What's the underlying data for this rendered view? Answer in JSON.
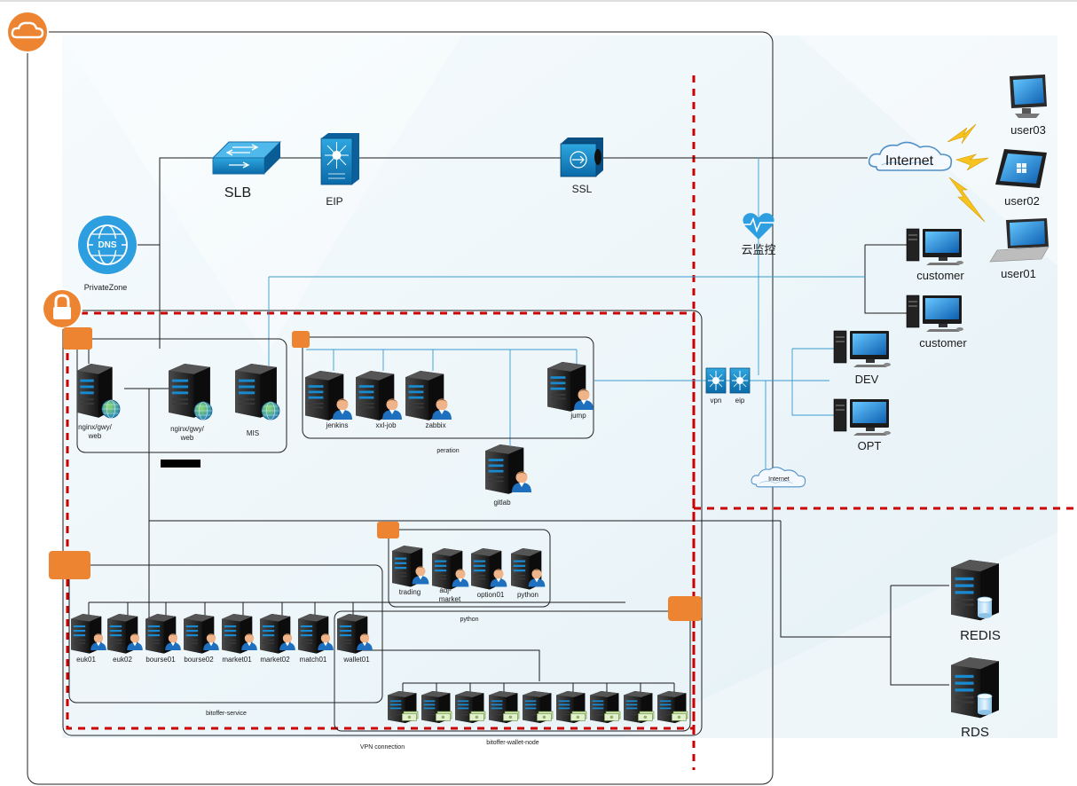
{
  "title": "",
  "top_row": {
    "slb": "SLB",
    "eip": "EIP",
    "ssl": "SSL",
    "internet": "Internet"
  },
  "dns": {
    "badge": "DNS",
    "label": "PrivateZone"
  },
  "monitor": {
    "label": "云监控"
  },
  "users": [
    "user03",
    "user02",
    "user01"
  ],
  "office": {
    "customer1": "customer",
    "customer2": "customer",
    "dev": "DEV",
    "opt": "OPT"
  },
  "gateways": {
    "vpn": "vpn",
    "eip": "eip",
    "internet_small": "Internet"
  },
  "databases": {
    "redis": "REDIS",
    "rds": "RDS"
  },
  "web_group": {
    "servers": [
      "nginx/gwy/\nweb",
      "nginx/gwy/\nweb",
      "MIS"
    ]
  },
  "operation_group": {
    "servers": [
      "jenkins",
      "xxl-job",
      "zabbix",
      "jump"
    ],
    "title": "peration",
    "gitlab": "gitlab"
  },
  "python_group": {
    "servers": [
      "trading",
      "adj-\nmarket",
      "option01",
      "python"
    ],
    "title": "python"
  },
  "service_group": {
    "servers": [
      "euk01",
      "euk02",
      "bourse01",
      "bourse02",
      "market01",
      "market02",
      "match01"
    ],
    "title": "bitoffer-service"
  },
  "wallet_group": {
    "wallet": "wallet01",
    "title": "bitoffer-wallet-node",
    "node_count": 9
  },
  "vpn_connection": "VPN connection",
  "colors": {
    "orange": "#EC8431",
    "red_dash": "#CC0000",
    "link_blue": "#3A9AD1",
    "server_dark": "#2B2B2B"
  }
}
